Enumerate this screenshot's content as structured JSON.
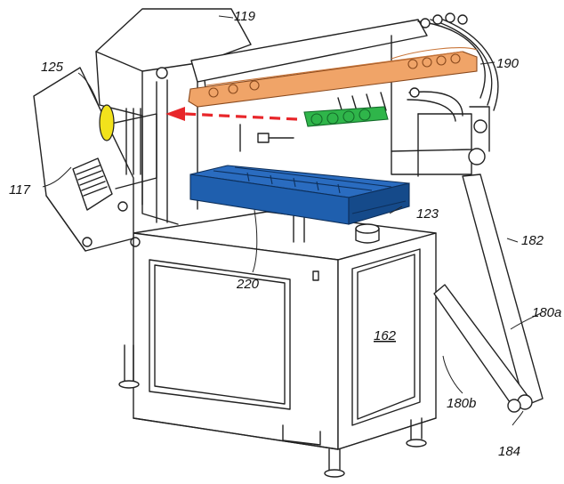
{
  "labels": {
    "l119": "119",
    "l125": "125",
    "l190": "190",
    "l117": "117",
    "l123": "123",
    "l182": "182",
    "l220": "220",
    "l180a": "180a",
    "l162": "162",
    "l180b": "180b",
    "l184": "184"
  },
  "colors": {
    "line": "#222222",
    "orange_bar": "#f0a468",
    "orange_dark": "#c9763a",
    "green_part": "#2fb54a",
    "blue_tray": "#1f5fae",
    "blue_dark": "#154a8a",
    "yellow_disc": "#f2e21c",
    "arrow_red": "#e8262a"
  },
  "icons": [
    "dashed-arrow-left"
  ]
}
